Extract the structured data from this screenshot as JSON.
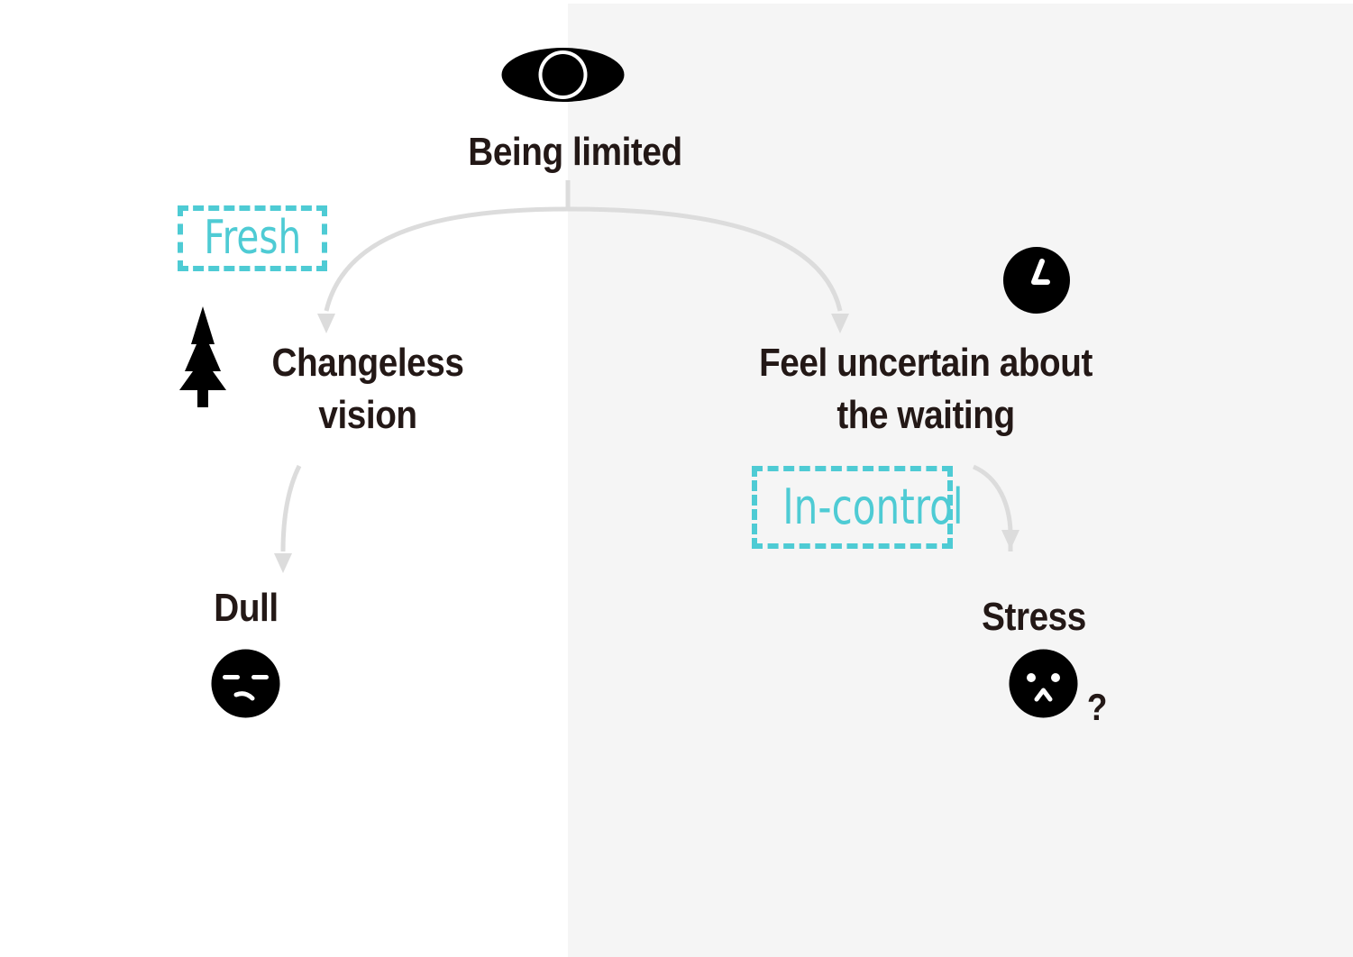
{
  "diagram": {
    "top_node": {
      "label": "Being limited",
      "icon": "eye-icon"
    },
    "left_branch": {
      "node_label_line1": "Changeless",
      "node_label_line2": "vision",
      "icon": "tree-icon",
      "tag": "Fresh",
      "outcome": {
        "label": "Dull",
        "icon": "bored-face-icon"
      }
    },
    "right_branch": {
      "node_label_line1": "Feel uncertain about",
      "node_label_line2": "the waiting",
      "icon": "clock-icon",
      "tag": "In-control",
      "outcome": {
        "label": "Stress",
        "icon": "worried-face-icon",
        "mark": "?"
      }
    },
    "colors": {
      "text": "#231816",
      "icon": "#000000",
      "tag": "#4ecbd4",
      "connector": "#dcdcdc",
      "right_panel_bg": "#f5f5f5"
    }
  }
}
